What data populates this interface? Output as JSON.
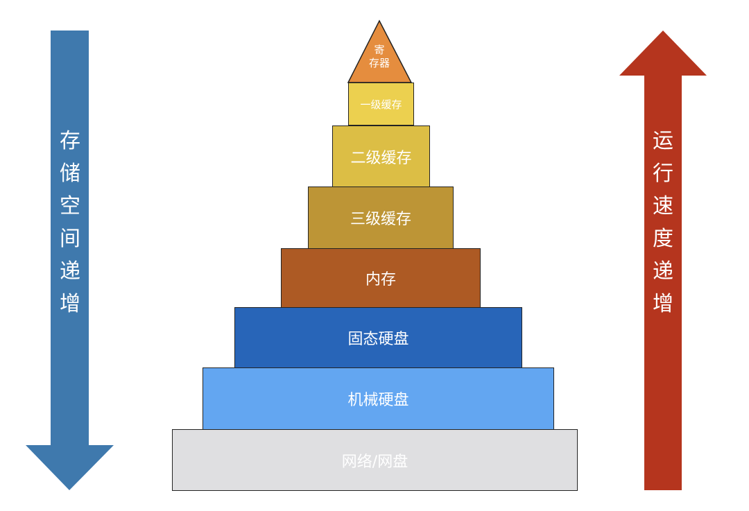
{
  "left_arrow": {
    "label": "存\n储\n空\n间\n递\n增",
    "color": "#3f79ad"
  },
  "right_arrow": {
    "label": "运\n行\n速\n度\n递\n增",
    "color": "#b5351e"
  },
  "pyramid": {
    "top": {
      "label": "寄\n存器",
      "color": "#e58d3e"
    },
    "levels": [
      {
        "label": "一级缓存",
        "color": "#ecd04f"
      },
      {
        "label": "二级缓存",
        "color": "#dcbe45"
      },
      {
        "label": "三级缓存",
        "color": "#bd9536"
      },
      {
        "label": "内存",
        "color": "#ad5a24"
      },
      {
        "label": "固态硬盘",
        "color": "#2865b8"
      },
      {
        "label": "机械硬盘",
        "color": "#63a6f1"
      },
      {
        "label": "网络/网盘",
        "color": "#dfdfe1"
      }
    ]
  }
}
